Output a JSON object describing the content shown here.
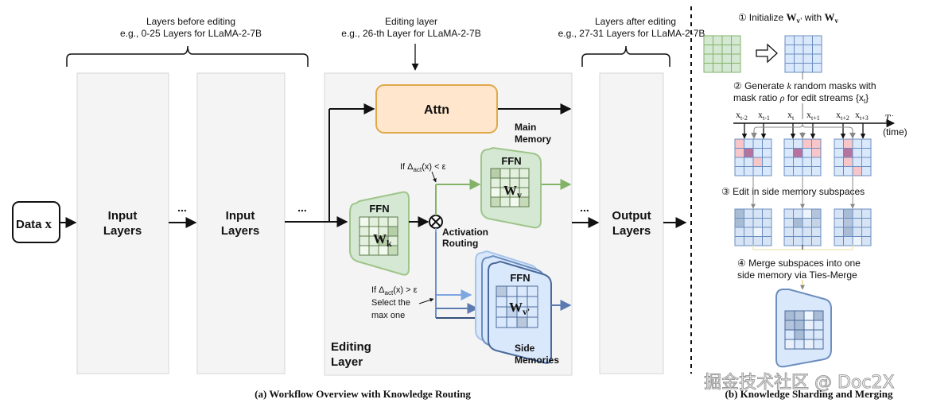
{
  "panel_a": {
    "header_before": {
      "line1": "Layers before editing",
      "line2": "e.g., 0-25 Layers for LLaMA-2-7B"
    },
    "header_editing": {
      "line1": "Editing layer",
      "line2": "e.g., 26-th Layer for LLaMA-2-7B"
    },
    "header_after": {
      "line1": "Layers after editing",
      "line2": "e.g., 27-31 Layers for LLaMA-2-7B"
    },
    "data_node": {
      "label": "Data",
      "var": "x"
    },
    "input_layer_1": {
      "line1": "Input",
      "line2": "Layers"
    },
    "input_layer_2": {
      "line1": "Input",
      "line2": "Layers"
    },
    "output_layer": {
      "line1": "Output",
      "line2": "Layers"
    },
    "ellipsis": "...",
    "attn": "Attn",
    "ffn_k": {
      "title": "FFN",
      "weight": "W",
      "sub": "k"
    },
    "ffn_v": {
      "title": "FFN",
      "weight": "W",
      "sub": "v"
    },
    "ffn_side": {
      "title": "FFN",
      "weight": "W",
      "sub": "v'"
    },
    "main_memory": {
      "line1": "Main",
      "line2": "Memory"
    },
    "side_memories": {
      "line1": "Side",
      "line2": "Memories"
    },
    "activation_routing": {
      "line1": "Activation",
      "line2": "Routing"
    },
    "cond_low": {
      "prefix": "If Δ",
      "sub": "act",
      "suffix": "(x) < ε"
    },
    "cond_high": {
      "prefix": "If Δ",
      "sub": "act",
      "suffix": "(x) > ε",
      "line2": "Select the",
      "line3": "max one"
    },
    "editing_layer": {
      "line1": "Editing",
      "line2": "Layer"
    },
    "caption": "(a) Workflow Overview with Knowledge Routing"
  },
  "panel_b": {
    "step1": {
      "num": "①",
      "text1": "Initialize ",
      "w1": "W",
      "w1sub": "v'",
      "text2": " with ",
      "w2": "W",
      "w2sub": "v"
    },
    "step2": {
      "line1_pre": "② Generate ",
      "k": "k",
      "line1_post": " random masks with",
      "line2_pre": "mask ratio ",
      "rho": "ρ",
      "line2_post": " for edit streams {x",
      "line2_sub": "t",
      "line2_end": "}"
    },
    "timeline_labels": [
      {
        "base": "x",
        "sub": "t-2"
      },
      {
        "base": "x",
        "sub": "t-1"
      },
      {
        "base": "x",
        "sub": "t"
      },
      {
        "base": "x",
        "sub": "t+1"
      },
      {
        "base": "x",
        "sub": "t+2"
      },
      {
        "base": "x",
        "sub": "t+3"
      }
    ],
    "timeline_ellipsis": "···",
    "time_axis": {
      "symbol": "T",
      "label": "(time)"
    },
    "step3": "③ Edit in side memory subspaces",
    "step4": {
      "line1": "④ Merge subspaces into one",
      "line2": "side memory via Ties-Merge"
    },
    "caption": "(b) Knowledge Sharding and Merging",
    "watermark": "掘金技术社区 @ Doc2X"
  },
  "colors": {
    "green_fill": "#d5e8d4",
    "green_stroke": "#82b366",
    "blue_fill": "#dae8fc",
    "blue_stroke": "#6c8ebf",
    "orange_fill": "#ffe6cc",
    "orange_stroke": "#d79b00",
    "pink": "#f8c5c8",
    "magenta": "#b5739d"
  }
}
